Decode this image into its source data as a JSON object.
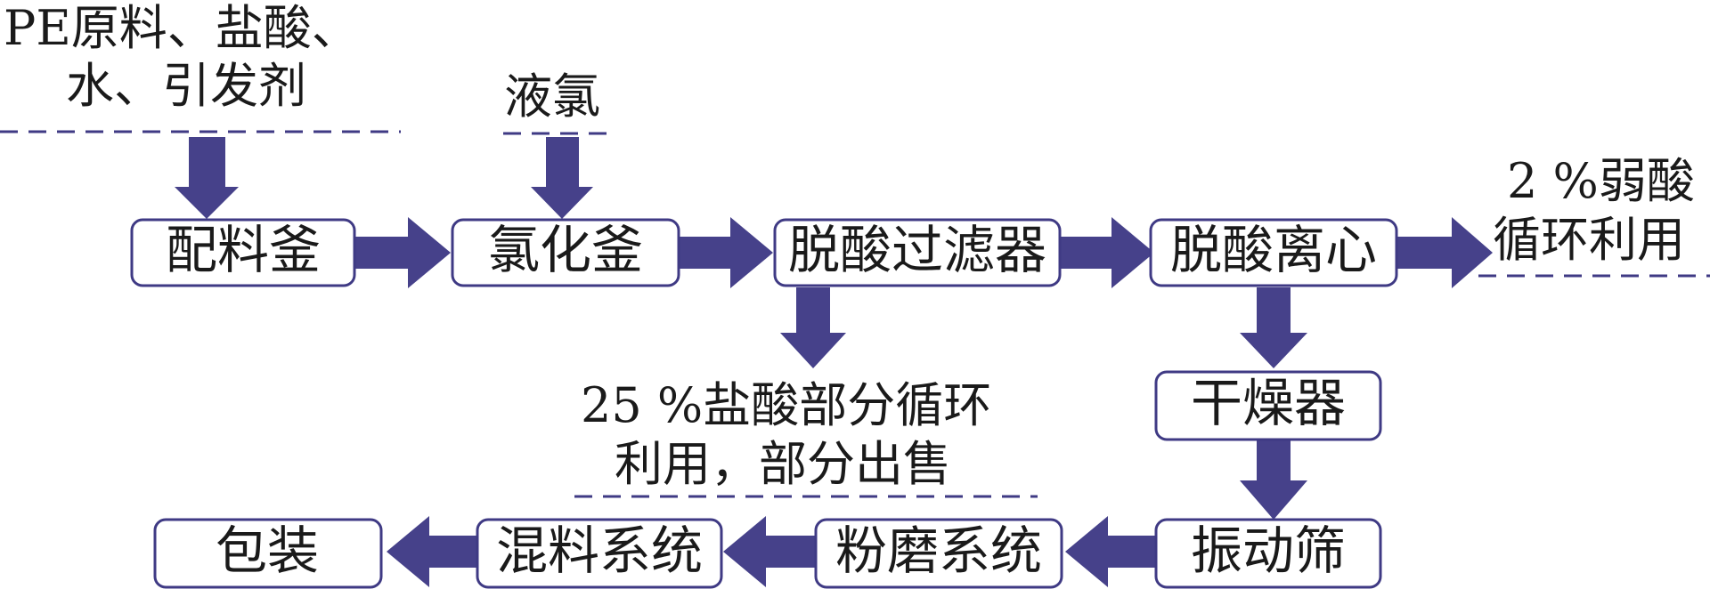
{
  "inputs": {
    "raw_materials_line1": "PE原料、盐酸、",
    "raw_materials_line2": "水、引发剂",
    "liquid_chlorine": "液氯"
  },
  "boxes": {
    "mixing_kettle": "配料釜",
    "chlorination_kettle": "氯化釜",
    "deacid_filter": "脱酸过滤器",
    "deacid_centrifuge": "脱酸离心",
    "dryer": "干燥器",
    "vibrating_screen": "振动筛",
    "grinding_system": "粉磨系统",
    "blending_system": "混料系统",
    "packaging": "包装"
  },
  "outputs": {
    "weak_acid_line1": "2 %弱酸",
    "weak_acid_line2": "循环利用",
    "hcl_line1": "25 %盐酸部分循环",
    "hcl_line2": "利用，部分出售"
  },
  "colors": {
    "accent": "#46418a",
    "box_border": "#3f3a84"
  }
}
